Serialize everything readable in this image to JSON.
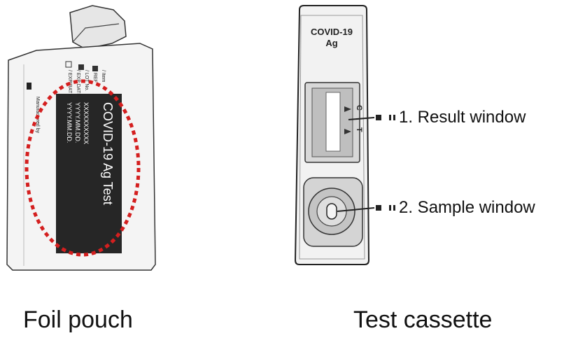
{
  "foil_pouch": {
    "caption": "Foil pouch",
    "product_name": "COVID-19 Ag Test",
    "lot_code": "XXXXXXXXXX",
    "date_1": "YYYY.MM.DD.",
    "date_2": "YYYY.MM.DD.",
    "field_labels": [
      "/ Item",
      "/ REF",
      "/ LOT No.",
      "/ EXP DATE",
      "/ EXPIRATE"
    ],
    "manufacturer_label": "Manufactured by",
    "highlight_color": "#d41f1f"
  },
  "test_cassette": {
    "caption": "Test cassette",
    "brand_line1": "COVID-19",
    "brand_line2": "Ag",
    "control_mark": "C",
    "test_mark": "T",
    "callouts": [
      {
        "text": "1. Result window"
      },
      {
        "text": "2. Sample window"
      }
    ]
  }
}
